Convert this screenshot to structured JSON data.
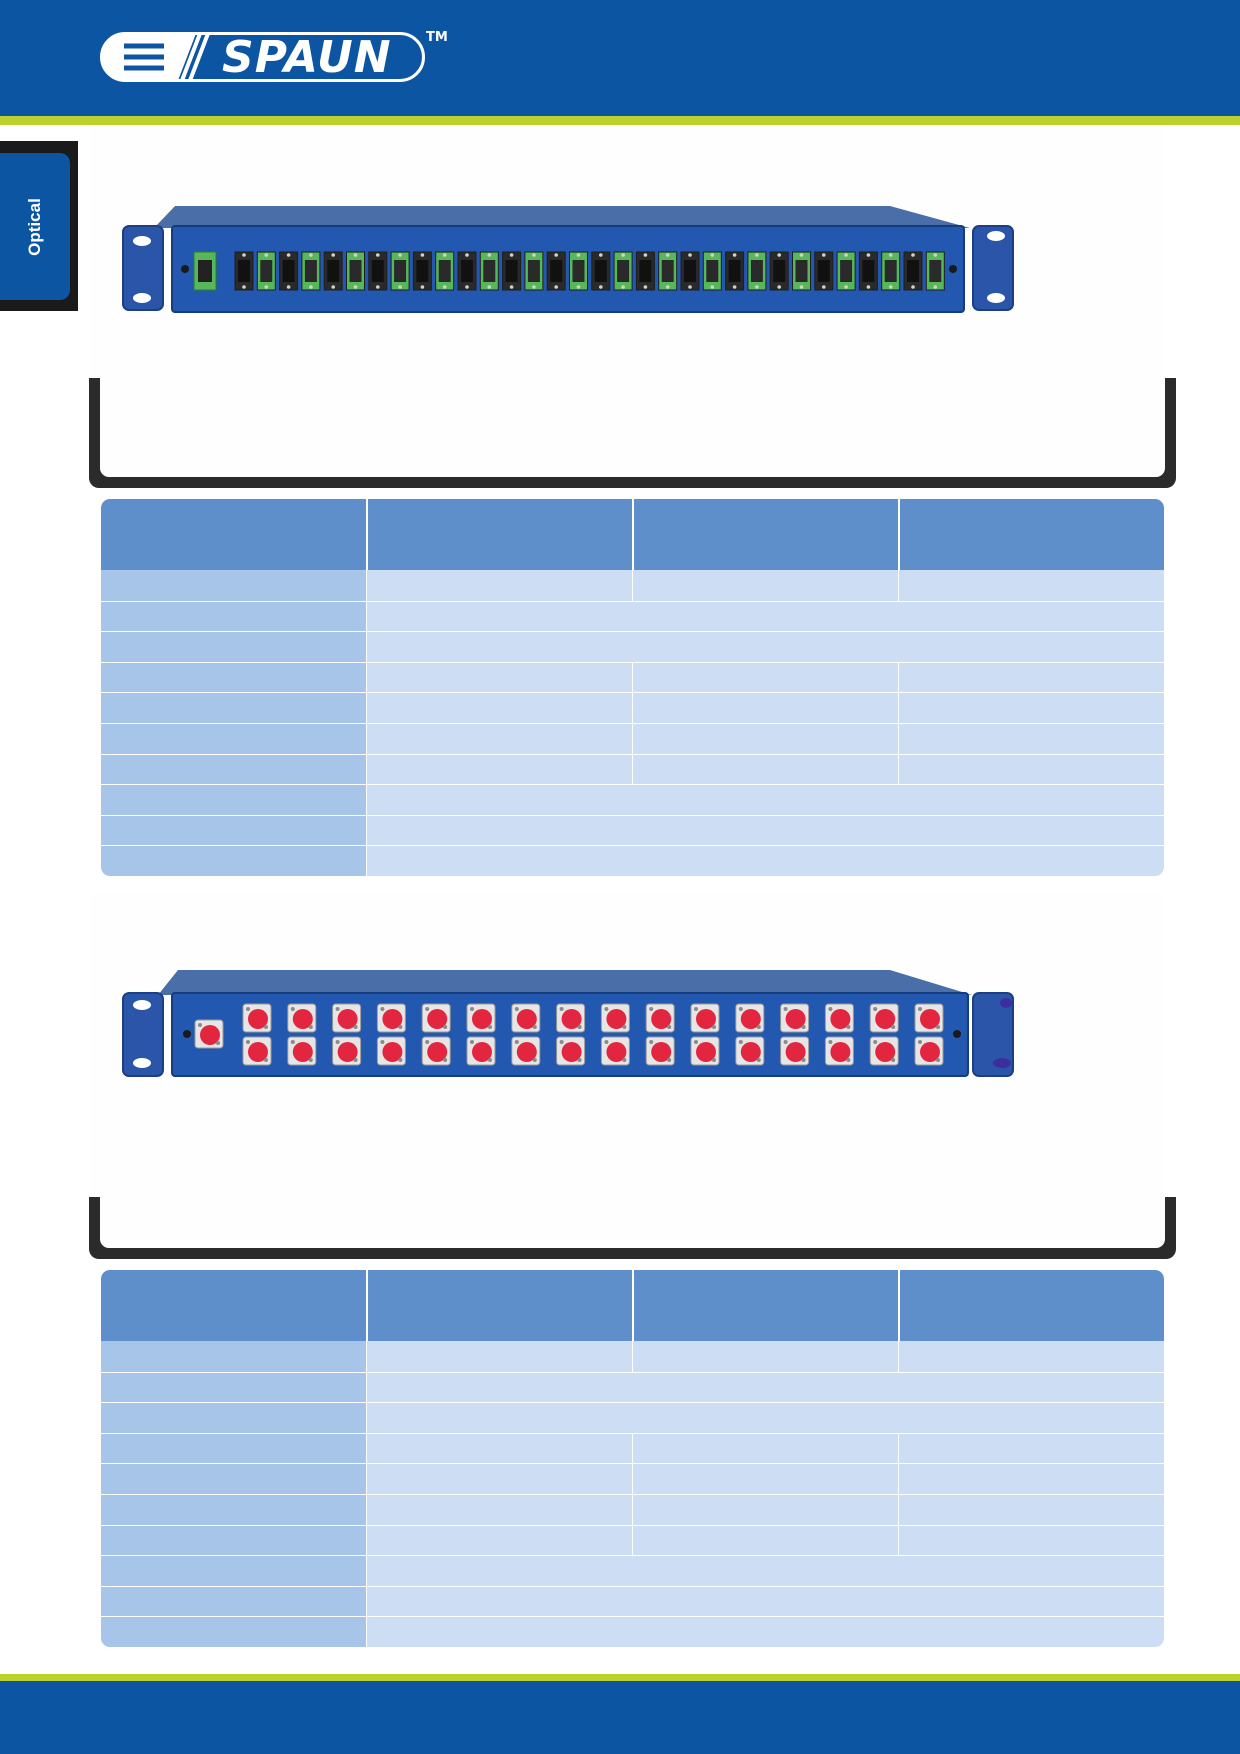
{
  "brand": {
    "name": "SPAUN",
    "trademark": "TM"
  },
  "sidebar": {
    "label": "Optical"
  },
  "colors": {
    "brand_blue": "#0c55a2",
    "accent_green": "#bcd12b",
    "table_header": "#5e8fca",
    "table_label": "#a6c5e9",
    "table_value": "#cdddf3"
  },
  "products": [
    {
      "image": "rack-splitter-sc-apc-green-ports"
    },
    {
      "image": "rack-splitter-fc-red-ports"
    }
  ]
}
